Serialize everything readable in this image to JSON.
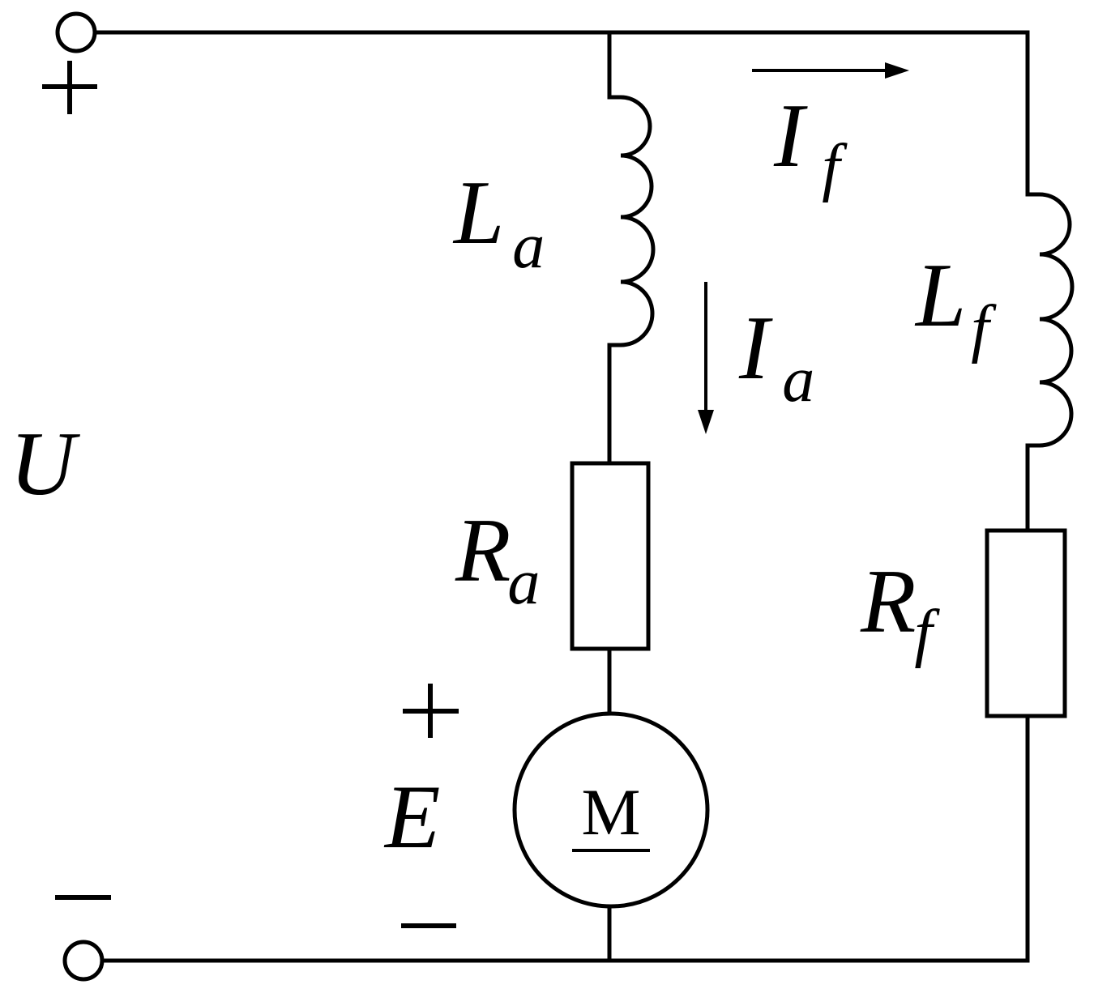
{
  "diagram": {
    "supply_voltage": {
      "symbol": "U"
    },
    "terminal_positive": {
      "sign": "+"
    },
    "terminal_negative": {
      "sign": "−"
    },
    "armature_inductance": {
      "symbol": "L",
      "subscript": "a"
    },
    "armature_resistance": {
      "symbol": "R",
      "subscript": "a"
    },
    "armature_current": {
      "symbol": "I",
      "subscript": "a"
    },
    "field_current": {
      "symbol": "I",
      "subscript": "f"
    },
    "field_inductance": {
      "symbol": "L",
      "subscript": "f"
    },
    "field_resistance": {
      "symbol": "R",
      "subscript": "f"
    },
    "back_emf": {
      "symbol": "E",
      "plus": "+",
      "minus": "−"
    },
    "motor": {
      "letter": "M"
    }
  }
}
